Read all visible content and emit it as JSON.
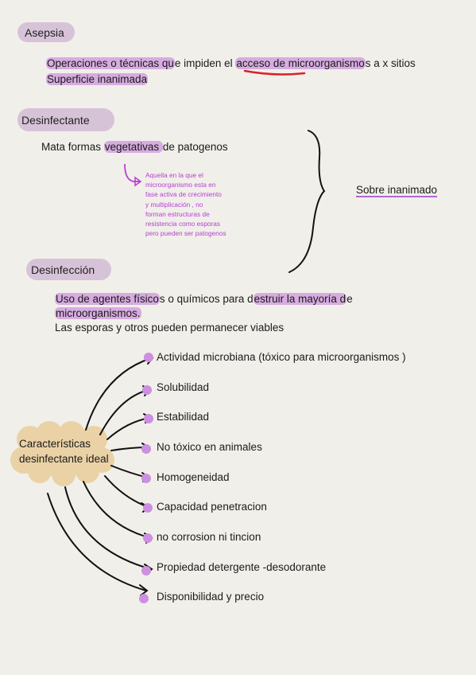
{
  "asepsia": {
    "heading": "Asepsia",
    "line1_part1": "Operaciones o técnicas qu",
    "line1_part2": "e impiden el ",
    "line1_part3": "acceso de microorganismo",
    "line1_part4": "s a x sitios",
    "line2": "Superficie inanimada"
  },
  "desinfectante": {
    "heading": "Desinfectante",
    "line_part1": "Mata formas ",
    "line_part2": "vegetativas ",
    "line_part3": "de patogenos",
    "note": [
      "Aquella en la que el",
      "microorganismo esta en",
      "fase activa de crecimiento",
      "y multiplicación , no",
      "forman estructuras de",
      "resistencia como esporas",
      "pero pueden ser patogenos"
    ]
  },
  "brace_label": "Sobre inanimado",
  "desinfeccion": {
    "heading": "Desinfección",
    "line1_part1": "Uso de agentes físico",
    "line1_part2": "s o químicos para d",
    "line1_part3": "estruir la mayoría d",
    "line1_part4": "e",
    "line2": "microorganismos.",
    "line3": "Las esporas y otros pueden permanecer viables"
  },
  "caracteristicas": {
    "label_line1": "Características",
    "label_line2": "desinfectante ideal",
    "items": [
      "Actividad microbiana (tóxico para microorganismos )",
      "Solubilidad",
      "Estabilidad",
      "No tóxico en animales",
      "Homogeneidad",
      "Capacidad penetracion",
      "no corrosion ni tincion",
      "Propiedad detergente -desodorante",
      "Disponibilidad y precio"
    ]
  },
  "colors": {
    "highlight": "#ce96dc",
    "heading_blob": "#d7c3d8",
    "note_text": "#b73fd2",
    "bullet": "#cd8fe0",
    "cloud": "#ead2a6",
    "red_underline": "#d8222a"
  }
}
